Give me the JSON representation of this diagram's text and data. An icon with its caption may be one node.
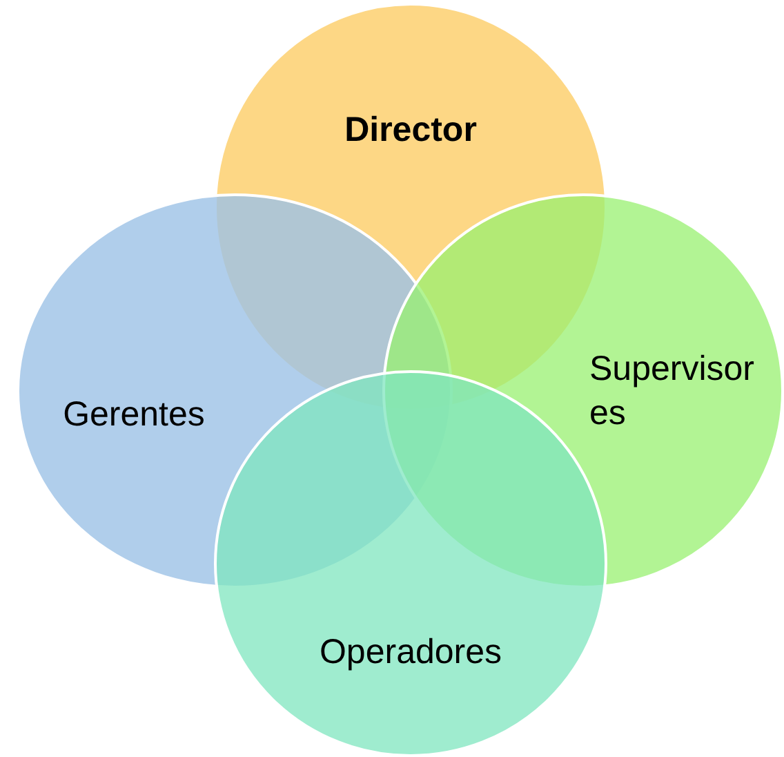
{
  "diagram": {
    "nodes": [
      {
        "text": [
          "Director"
        ]
      },
      {
        "text": [
          "Gerentes"
        ]
      },
      {
        "text": [
          "Supervisores"
        ]
      },
      {
        "text": [
          "Operadores"
        ]
      }
    ]
  }
}
